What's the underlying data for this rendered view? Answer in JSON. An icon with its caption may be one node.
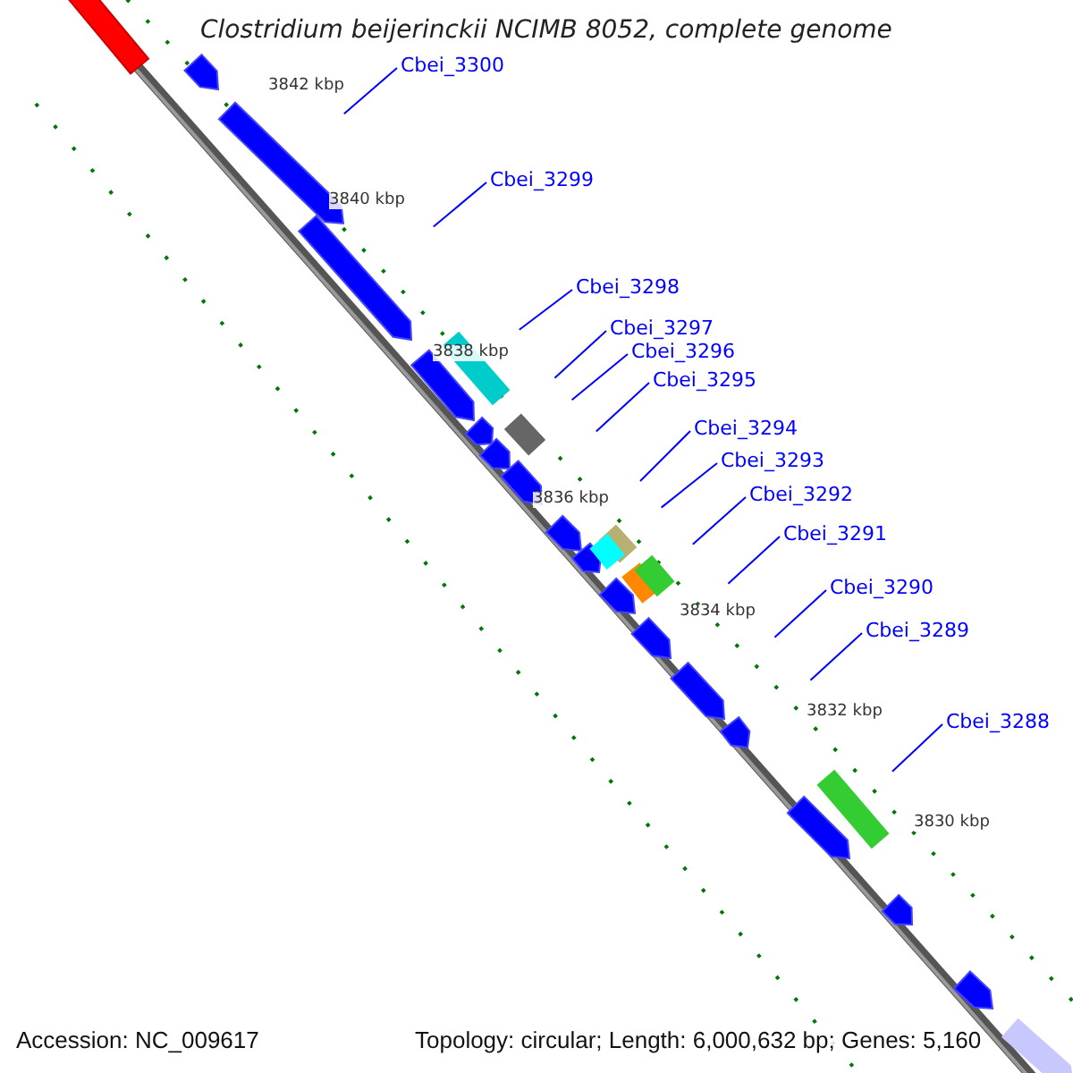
{
  "diagram": {
    "title": "Clostridium beijerinckii NCIMB 8052, complete genome",
    "nodes": [
      {
        "text": [
          "Cbei_3300"
        ]
      },
      {
        "text": [
          "Cbei_3299"
        ]
      },
      {
        "text": [
          "Cbei_3298"
        ]
      },
      {
        "text": [
          "Cbei_3297"
        ]
      },
      {
        "text": [
          "Cbei_3296"
        ]
      },
      {
        "text": [
          "Cbei_3295"
        ]
      },
      {
        "text": [
          "Cbei_3294"
        ]
      },
      {
        "text": [
          "Cbei_3293"
        ]
      },
      {
        "text": [
          "Cbei_3292"
        ]
      },
      {
        "text": [
          "Cbei_3291"
        ]
      },
      {
        "text": [
          "Cbei_3290"
        ]
      },
      {
        "text": [
          "Cbei_3289"
        ]
      },
      {
        "text": [
          "Cbei_3288"
        ]
      }
    ],
    "edges": [
      {
        "from": 0,
        "to": null,
        "arrow": "none"
      },
      {
        "from": 1,
        "to": null,
        "arrow": "none"
      },
      {
        "from": 2,
        "to": null,
        "arrow": "none"
      },
      {
        "from": 3,
        "to": null,
        "arrow": "none"
      },
      {
        "from": 4,
        "to": null,
        "arrow": "none"
      },
      {
        "from": 5,
        "to": null,
        "arrow": "none"
      },
      {
        "from": 6,
        "to": null,
        "arrow": "none"
      },
      {
        "from": 7,
        "to": null,
        "arrow": "none"
      },
      {
        "from": 8,
        "to": null,
        "arrow": "none"
      },
      {
        "from": 9,
        "to": null,
        "arrow": "none"
      },
      {
        "from": 10,
        "to": null,
        "arrow": "none"
      },
      {
        "from": 11,
        "to": null,
        "arrow": "none"
      },
      {
        "from": 12,
        "to": null,
        "arrow": "none"
      }
    ],
    "labels": [
      "3842 kbp",
      "3840 kbp",
      "3838 kbp",
      "3836 kbp",
      "3834 kbp",
      "3832 kbp",
      "3830 kbp",
      "Accession: NC_009617",
      "Topology: circular; Length: 6,000,632 bp; Genes: 5,160"
    ]
  }
}
